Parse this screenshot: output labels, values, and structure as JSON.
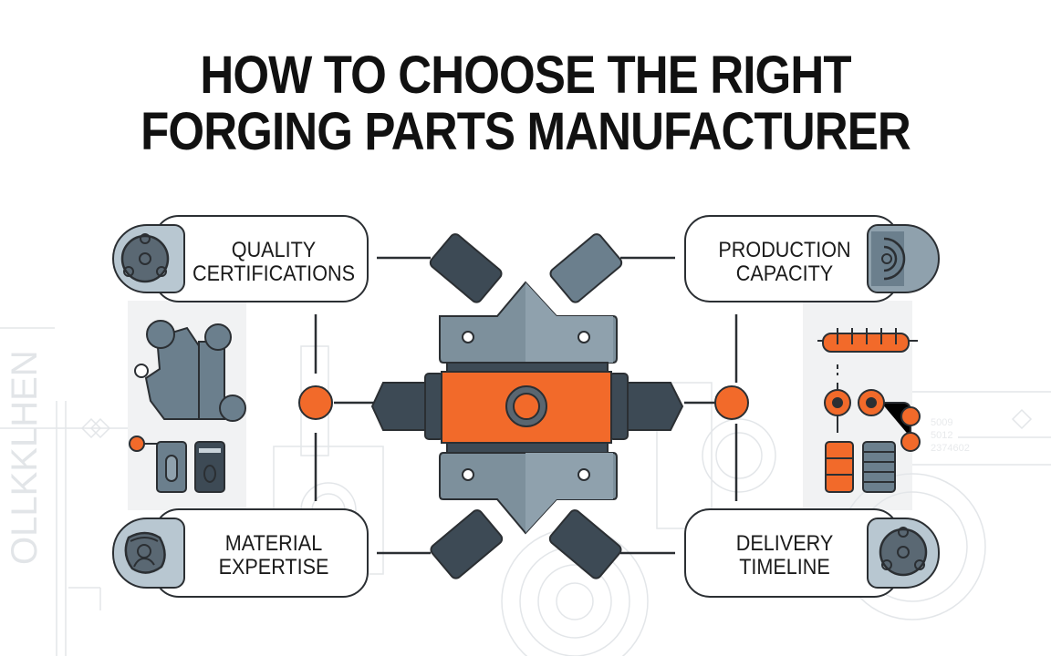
{
  "title": {
    "line1": "HOW TO CHOOSE THE RIGHT",
    "line2": "FORGING PARTS MANUFACTURER"
  },
  "factors": [
    {
      "id": "quality",
      "line1": "QUALITY",
      "line2": "CERTIFICATIONS",
      "icon": "gear-disc-icon",
      "position": "top-left"
    },
    {
      "id": "production",
      "line1": "PRODUCTION",
      "line2": "CAPACITY",
      "icon": "signal-arc-icon",
      "position": "top-right"
    },
    {
      "id": "material",
      "line1": "MATERIAL",
      "line2": "EXPERTISE",
      "icon": "ore-person-icon",
      "position": "bottom-left"
    },
    {
      "id": "delivery",
      "line1": "DELIVERY",
      "line2": "TIMELINE",
      "icon": "gear-disc-icon",
      "position": "bottom-right"
    }
  ],
  "colors": {
    "accent": "#f26a2a",
    "dark_steel": "#3d4a55",
    "mid_steel": "#6b7f8d",
    "light_steel": "#8fa1ad",
    "badge_fill": "#b8c7d1",
    "outline": "#2b2f33",
    "blueprint": "#e6e9ec"
  }
}
